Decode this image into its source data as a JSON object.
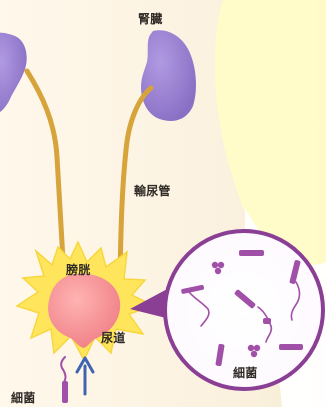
{
  "diagram": {
    "labels": {
      "kidney": "腎臓",
      "ureter": "輸尿管",
      "bladder": "膀胱",
      "urethra": "尿道",
      "bacteria_zoom": "細菌",
      "bacteria_entry": "細菌"
    },
    "colors": {
      "background": "#fbf4e6",
      "kidney": "#8f74c7",
      "ureter": "#d7a33b",
      "burst": "#ffe55c",
      "bladder": "#f2888a",
      "bacteria": "#a150a8",
      "arrow": "#3f64b2",
      "zoom_circle": "#8b3f94"
    }
  }
}
